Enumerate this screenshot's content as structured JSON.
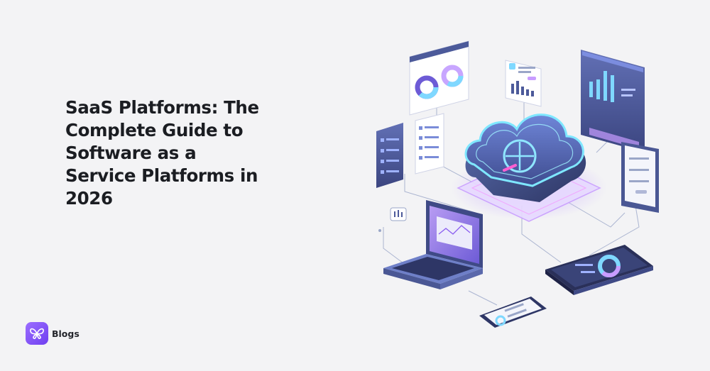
{
  "title_lines": [
    "SaaS Platforms: The",
    "Complete Guide to",
    "Software as a",
    "Service Platforms in",
    "2026"
  ],
  "brand": {
    "name": "Blogs",
    "color": "#7a4cf5"
  },
  "illustration": {
    "icons": [
      "cloud-icon",
      "laptop-icon",
      "tablet-icon",
      "phone-icon",
      "dashboard-panel-icon",
      "checklist-panel-icon",
      "bar-chart-panel-icon"
    ],
    "colors": {
      "accent_cyan": "#5fd8ff",
      "accent_purple": "#8a5cf0",
      "accent_pink": "#f06ad8",
      "navy": "#3a4a7a"
    }
  }
}
